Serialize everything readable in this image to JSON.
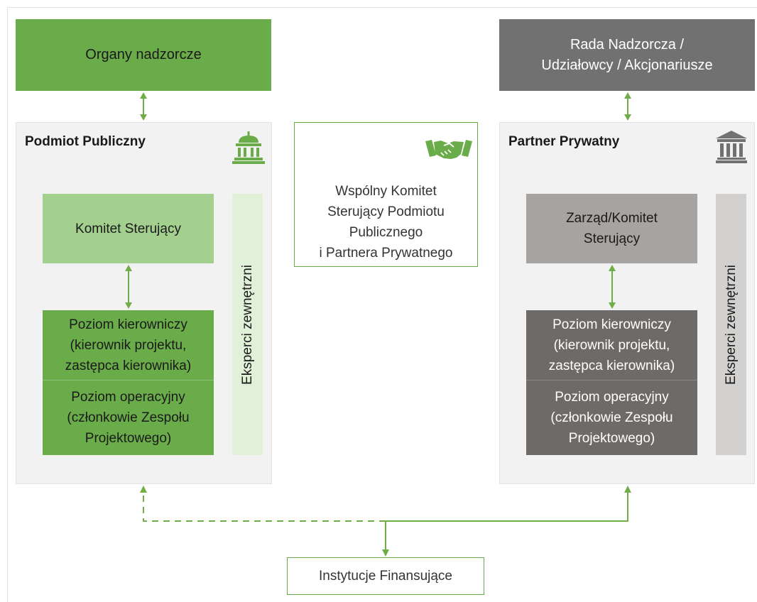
{
  "colors": {
    "green_dark": "#6aac4a",
    "green_light": "#a3d08e",
    "green_pale": "#e1f0d8",
    "grey_dark": "#6d6a67",
    "grey_mid": "#a6a3a1",
    "grey_pale": "#d3d1cf",
    "grey_header": "#717171",
    "panel_bg": "#f2f2f2",
    "arrow_green": "#70ad47"
  },
  "supervisory": {
    "label": "Organy nadzorcze"
  },
  "board": {
    "line1": "Rada Nadzorcza /",
    "line2": "Udziałowcy / Akcjonariusze"
  },
  "public_entity": {
    "title": "Podmiot Publiczny",
    "icon": "government-building-icon",
    "steering": "Komitet Sterujący",
    "management": [
      "Poziom kierowniczy",
      "(kierownik projektu,",
      "zastępca kierownika)"
    ],
    "operational": [
      "Poziom operacyjny",
      "(członkowie Zespołu",
      "Projektowego)"
    ],
    "experts": "Eksperci zewnętrzni"
  },
  "joint_committee": {
    "icon": "handshake-icon",
    "lines": [
      "Wspólny Komitet",
      "Sterujący Podmiotu",
      "Publicznego",
      "i Partnera Prywatnego"
    ]
  },
  "private_partner": {
    "title": "Partner Prywatny",
    "icon": "bank-building-icon",
    "steering": [
      "Zarząd/Komitet",
      "Sterujący"
    ],
    "management": [
      "Poziom kierowniczy",
      "(kierownik projektu,",
      "zastępca kierownika)"
    ],
    "operational": [
      "Poziom operacyjny",
      "(członkowie Zespołu",
      "Projektowego)"
    ],
    "experts": "Eksperci zewnętrzni"
  },
  "financing": {
    "label": "Instytucje Finansujące"
  }
}
